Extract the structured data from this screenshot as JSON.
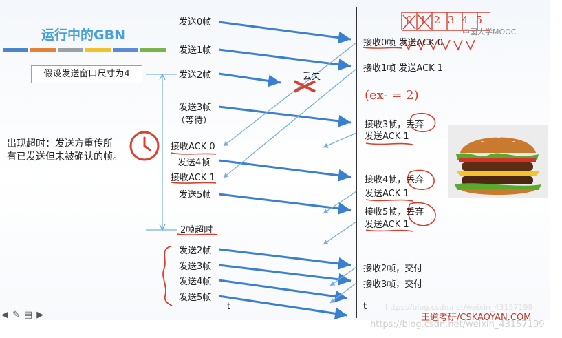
{
  "slide": {
    "title": "运行中的GBN",
    "stripe_colors": [
      "#4a86c8",
      "#e4823a",
      "#9aa0a6",
      "#f2c12e",
      "#5b8bd4",
      "#7bb548"
    ],
    "window_note": "假设发送窗口尺寸为4",
    "timeout_note_line1": "出现超时：发送方重传所",
    "timeout_note_line2": "有已发送但未被确认的帧。"
  },
  "sender_events": [
    {
      "text": "发送0帧"
    },
    {
      "text": "发送1帧"
    },
    {
      "text": "发送2帧"
    },
    {
      "text": "发送3帧"
    },
    {
      "text": "（等待）"
    },
    {
      "text": "接收ACK 0"
    },
    {
      "text": "发送4帧"
    },
    {
      "text": "接收ACK 1"
    },
    {
      "text": "发送5帧"
    },
    {
      "text": "2帧超时"
    },
    {
      "text": "发送2帧"
    },
    {
      "text": "发送3帧"
    },
    {
      "text": "发送4帧"
    },
    {
      "text": "发送5帧"
    }
  ],
  "receiver_events": [
    {
      "text": "接收0帧 发送ACK 0"
    },
    {
      "text": "接收1帧 发送ACK 1"
    },
    {
      "text": "接收3帧，丢弃"
    },
    {
      "text": "发送ACK 1"
    },
    {
      "text": "接收4帧，丢弃"
    },
    {
      "text": "发送ACK 1"
    },
    {
      "text": "接收5帧，丢弃"
    },
    {
      "text": "发送ACK 1"
    },
    {
      "text": "接收2帧，交付"
    },
    {
      "text": "接收3帧，交付"
    }
  ],
  "lost_label": "丢失",
  "time_label_left": "t",
  "time_label_right": "t",
  "handwriting": {
    "ack_seq": "0 1 2 3 4 5",
    "note": "(ex- = 2)"
  },
  "watermark_mooc": "中国大学MOOC",
  "watermark_csdn_faint": "https://blog.csdn.net/weixin_43157199",
  "watermark_csdn": "https://blog.csdn.net/weixin_43157199",
  "brand": "王道考研/CSKAOYAN.COM",
  "toolbar_icons": [
    "arrow-left-icon",
    "pencil-icon",
    "menu-icon",
    "arrow-right-icon"
  ],
  "colors": {
    "arrow": "#3b7fd0",
    "ack_arrow": "#7aaee0",
    "ink": "#d9402e",
    "title": "#4aa0d8"
  }
}
